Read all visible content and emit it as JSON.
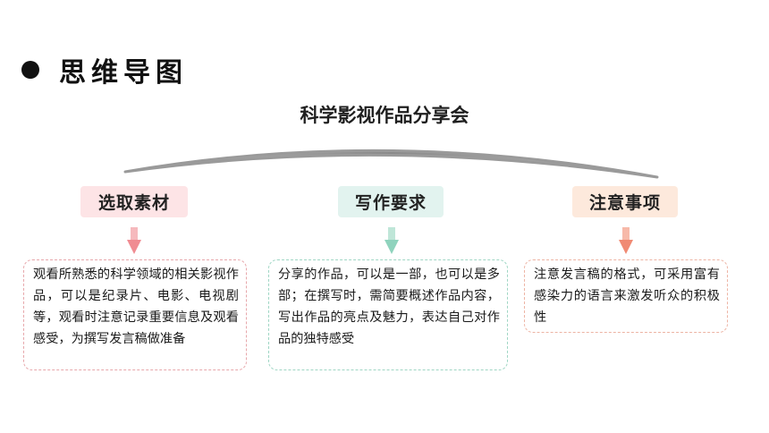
{
  "heading": {
    "text": "思维导图"
  },
  "root": {
    "title": "科学影视作品分享会"
  },
  "branches": [
    {
      "label": "选取素材",
      "detail": "观看所熟悉的科学领域的相关影视作品，可以是纪录片、电影、电视剧等，观看时注意记录重要信息及观看感受，为撰写发言稿做准备"
    },
    {
      "label": "写作要求",
      "detail": "分享的作品，可以是一部，也可以是多部；在撰写时，需简要概述作品内容，写出作品的亮点及魅力，表达自己对作品的独特感受"
    },
    {
      "label": "注意事项",
      "detail": "注意发言稿的格式，可采用富有感染力的语言来激发听众的积极性"
    }
  ],
  "colors": {
    "branch_1": "#fde4e6",
    "branch_2": "#e2f3ef",
    "branch_3": "#fde9dc",
    "arrow_1": "#f08c92",
    "arrow_2": "#8fd3bd",
    "arrow_3": "#f08a73"
  }
}
